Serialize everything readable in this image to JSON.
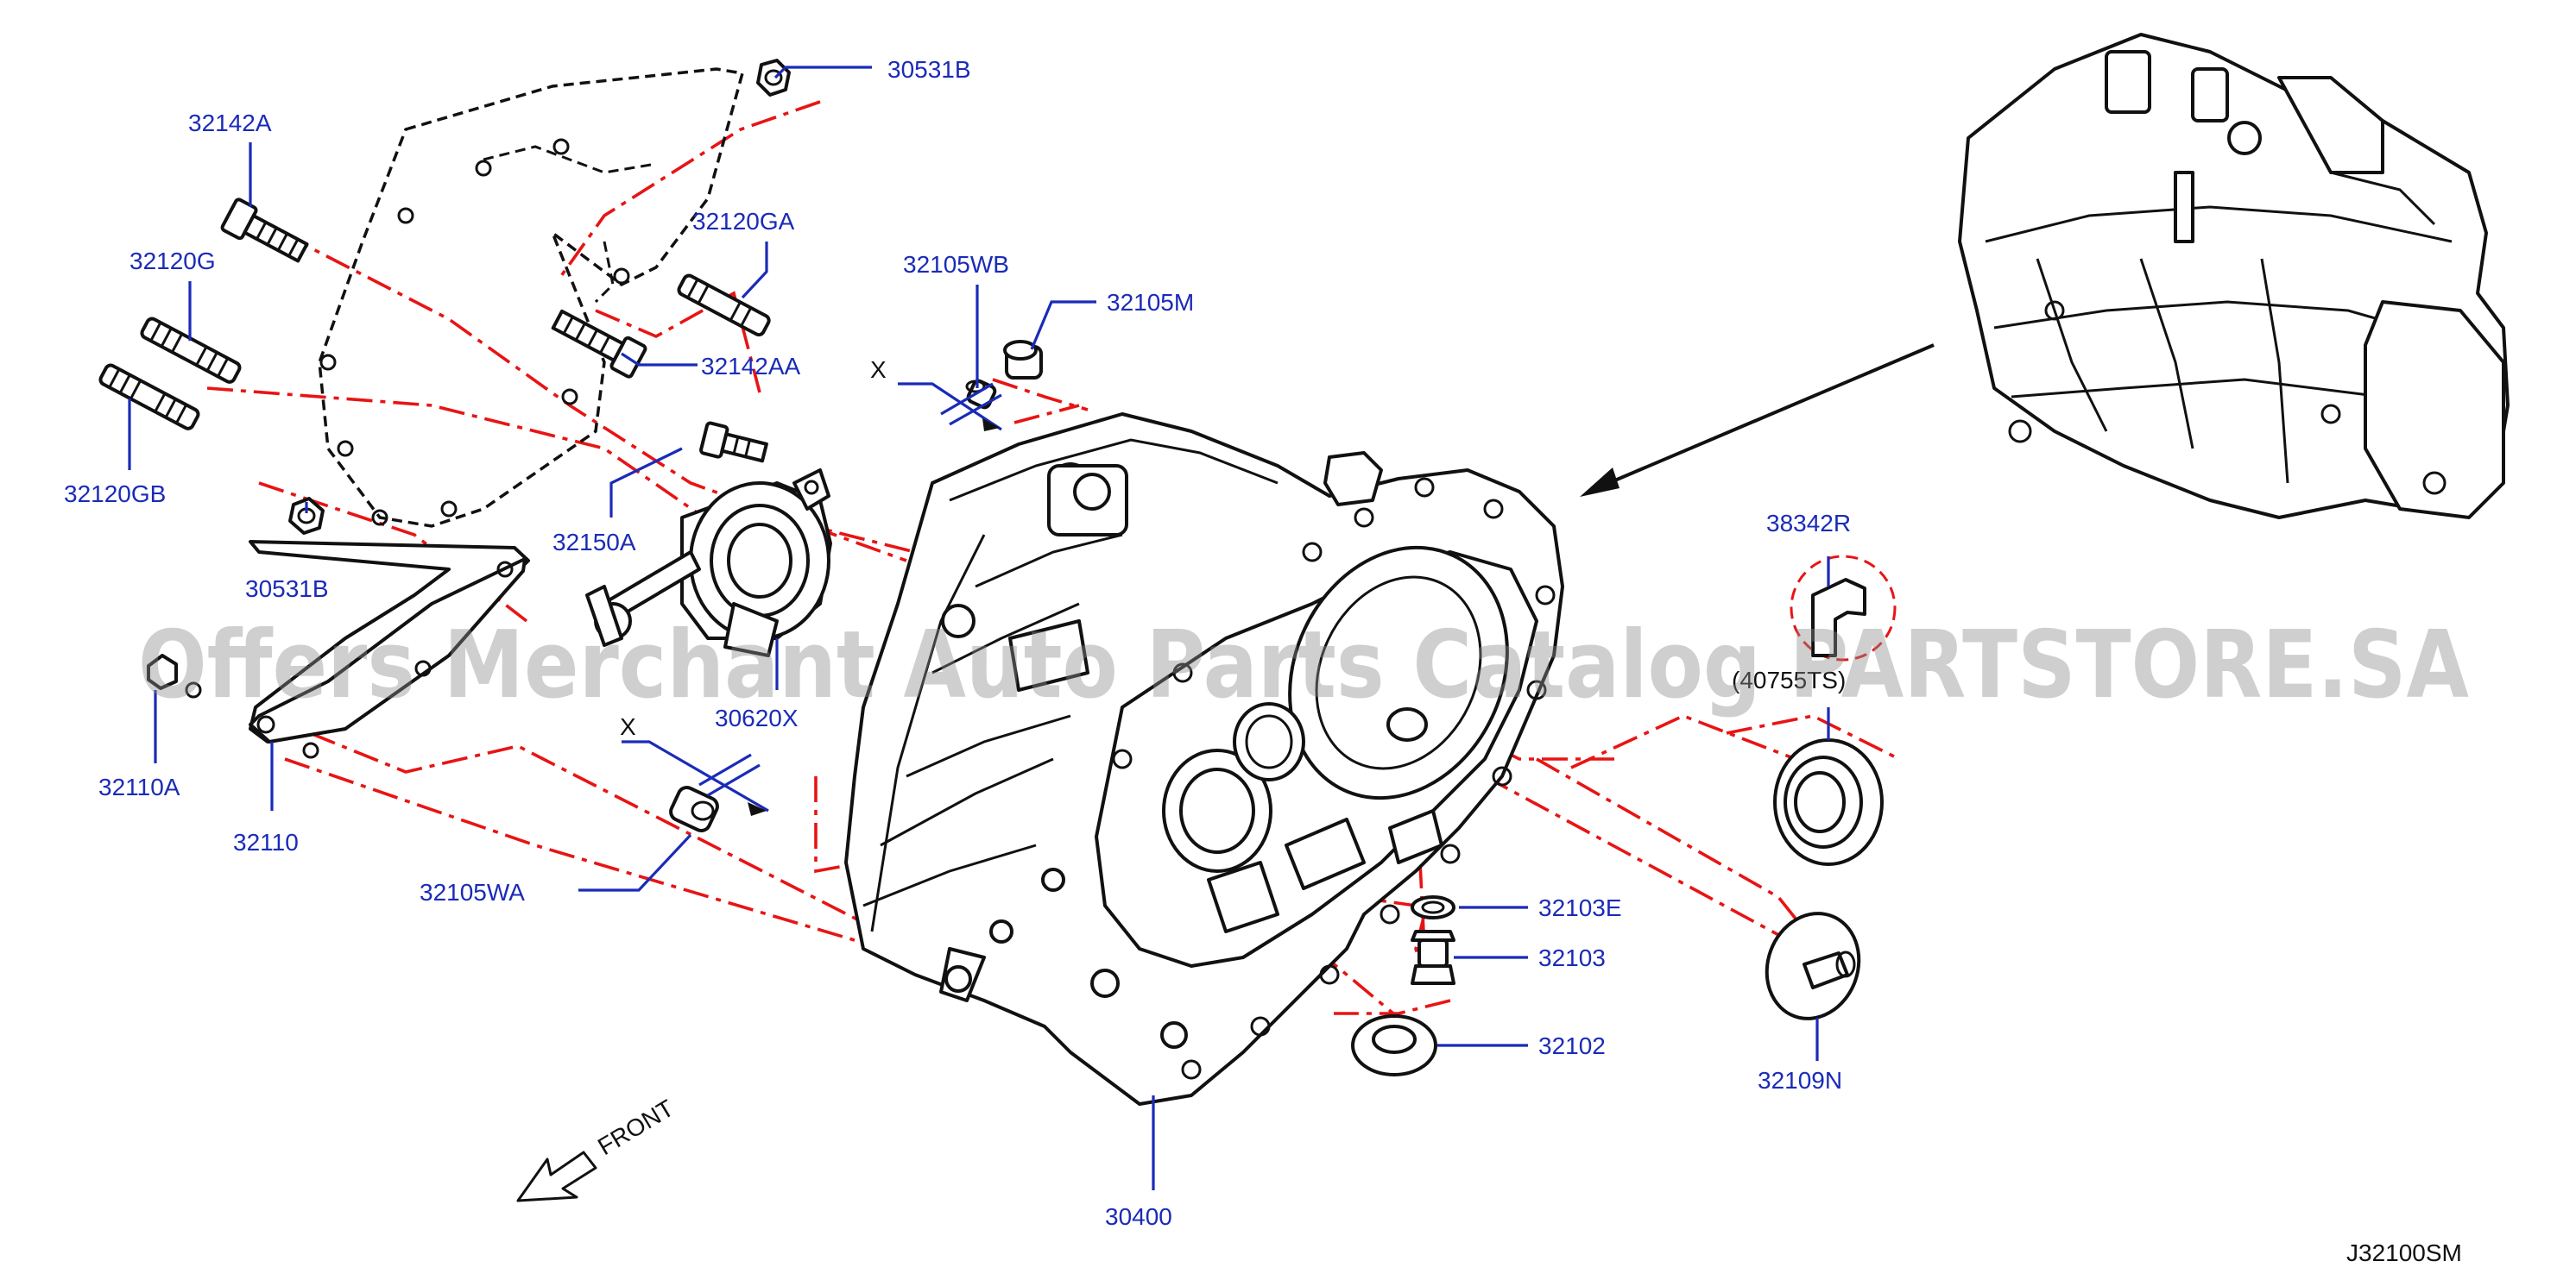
{
  "diagram": {
    "drawing_code": "J32100SM",
    "watermark": "Offers Merchant Auto Parts Catalog PARTSTORE.SA",
    "direction_label": "FRONT",
    "callouts": [
      {
        "id": "30531b-top",
        "text": "30531B"
      },
      {
        "id": "32142a",
        "text": "32142A"
      },
      {
        "id": "32120ga",
        "text": "32120GA"
      },
      {
        "id": "32120g",
        "text": "32120G"
      },
      {
        "id": "32142aa",
        "text": "32142AA"
      },
      {
        "id": "32120gb",
        "text": "32120GB"
      },
      {
        "id": "30531b-bottom",
        "text": "30531B"
      },
      {
        "id": "32105wb",
        "text": "32105WB"
      },
      {
        "id": "32105m",
        "text": "32105M"
      },
      {
        "id": "32150a",
        "text": "32150A"
      },
      {
        "id": "30620x",
        "text": "30620X"
      },
      {
        "id": "32110a",
        "text": "32110A"
      },
      {
        "id": "32110",
        "text": "32110"
      },
      {
        "id": "32105wa",
        "text": "32105WA"
      },
      {
        "id": "38342r",
        "text": "38342R"
      },
      {
        "id": "40755",
        "text": "(40755TS)"
      },
      {
        "id": "32103e",
        "text": "32103E"
      },
      {
        "id": "32103",
        "text": "32103"
      },
      {
        "id": "32102",
        "text": "32102"
      },
      {
        "id": "32109n",
        "text": "32109N"
      },
      {
        "id": "30400",
        "text": "30400"
      }
    ],
    "section_marks": [
      "X",
      "X"
    ],
    "colors": {
      "callout_text": "#1a2bb8",
      "centerline": "#e81414",
      "linework": "#111111"
    }
  }
}
